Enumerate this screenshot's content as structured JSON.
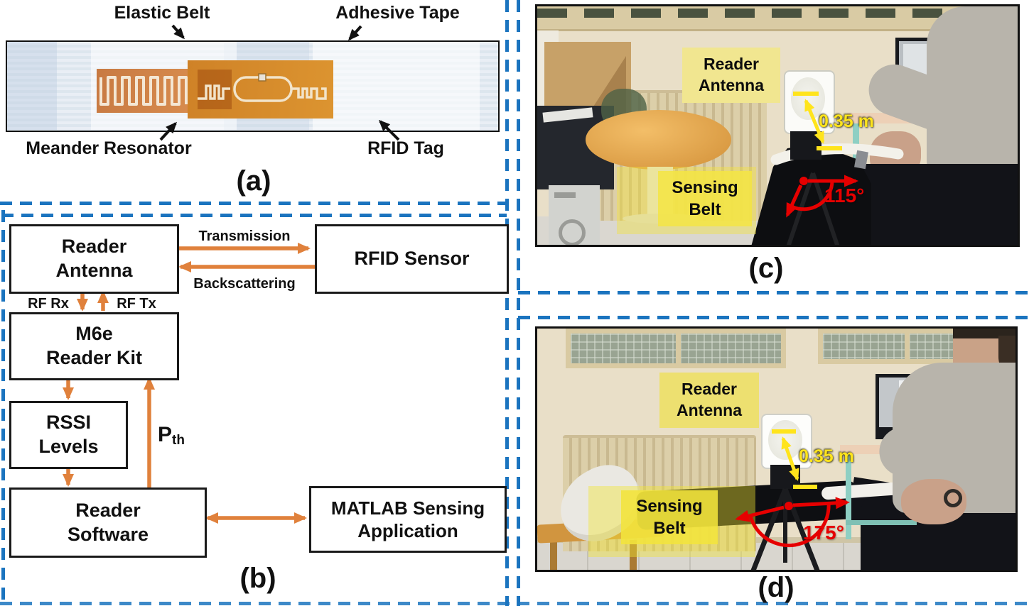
{
  "figure": {
    "type": "four-panel research figure: RFID knee-angle sensing belt system",
    "colors": {
      "arrow_orange": "#e0813c",
      "dashed_blue": "#1b74bf",
      "annotation_yellow": "#ffe41c",
      "annotation_red": "#e60000",
      "label_yellow_bg": "#f1e690"
    },
    "panel_a": {
      "caption": "(a)",
      "labels": {
        "elastic_belt": "Elastic Belt",
        "adhesive_tape": "Adhesive Tape",
        "meander_resonator": "Meander Resonator",
        "rfid_tag": "RFID Tag"
      }
    },
    "panel_b": {
      "caption": "(b)",
      "boxes": {
        "reader_antenna": "Reader\nAntenna",
        "rfid_sensor": "RFID Sensor",
        "m6e": "M6e\nReader Kit",
        "rssi": "RSSI\nLevels",
        "reader_software": "Reader\nSoftware",
        "matlab": "MATLAB Sensing\nApplication"
      },
      "arrows": {
        "transmission": "Transmission",
        "backscattering": "Backscattering",
        "rf_rx": "RF Rx",
        "rf_tx": "RF Tx",
        "pth_main": "P",
        "pth_sub": "th"
      }
    },
    "panel_c": {
      "caption": "(c)",
      "labels": {
        "reader_antenna": "Reader\nAntenna",
        "sensing_belt": "Sensing\nBelt",
        "distance": "0.35 m",
        "knee_angle": "115°"
      }
    },
    "panel_d": {
      "caption": "(d)",
      "labels": {
        "reader_antenna": "Reader\nAntenna",
        "sensing_belt": "Sensing\nBelt",
        "distance": "0.35 m",
        "knee_angle": "175°"
      }
    }
  }
}
